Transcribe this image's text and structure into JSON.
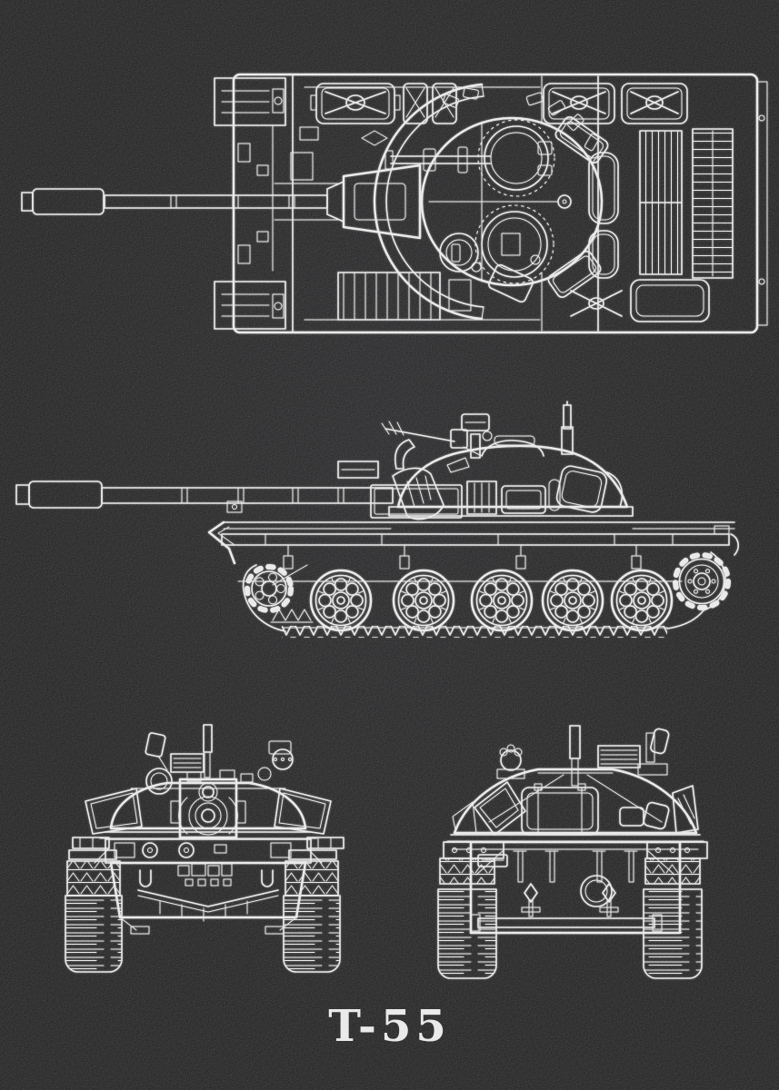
{
  "poster": {
    "title": "T-55",
    "background_color": "#0b0b0c",
    "line_color": "#e9e9e9",
    "views": [
      {
        "id": "top-view",
        "alt": "Plan view of T-55 tank from above, main gun pointing left"
      },
      {
        "id": "side-view",
        "alt": "Left side profile of T-55 tank, main gun pointing left"
      },
      {
        "id": "front-view",
        "alt": "Front elevation of T-55 tank"
      },
      {
        "id": "rear-view",
        "alt": "Rear elevation of T-55 tank"
      }
    ]
  }
}
